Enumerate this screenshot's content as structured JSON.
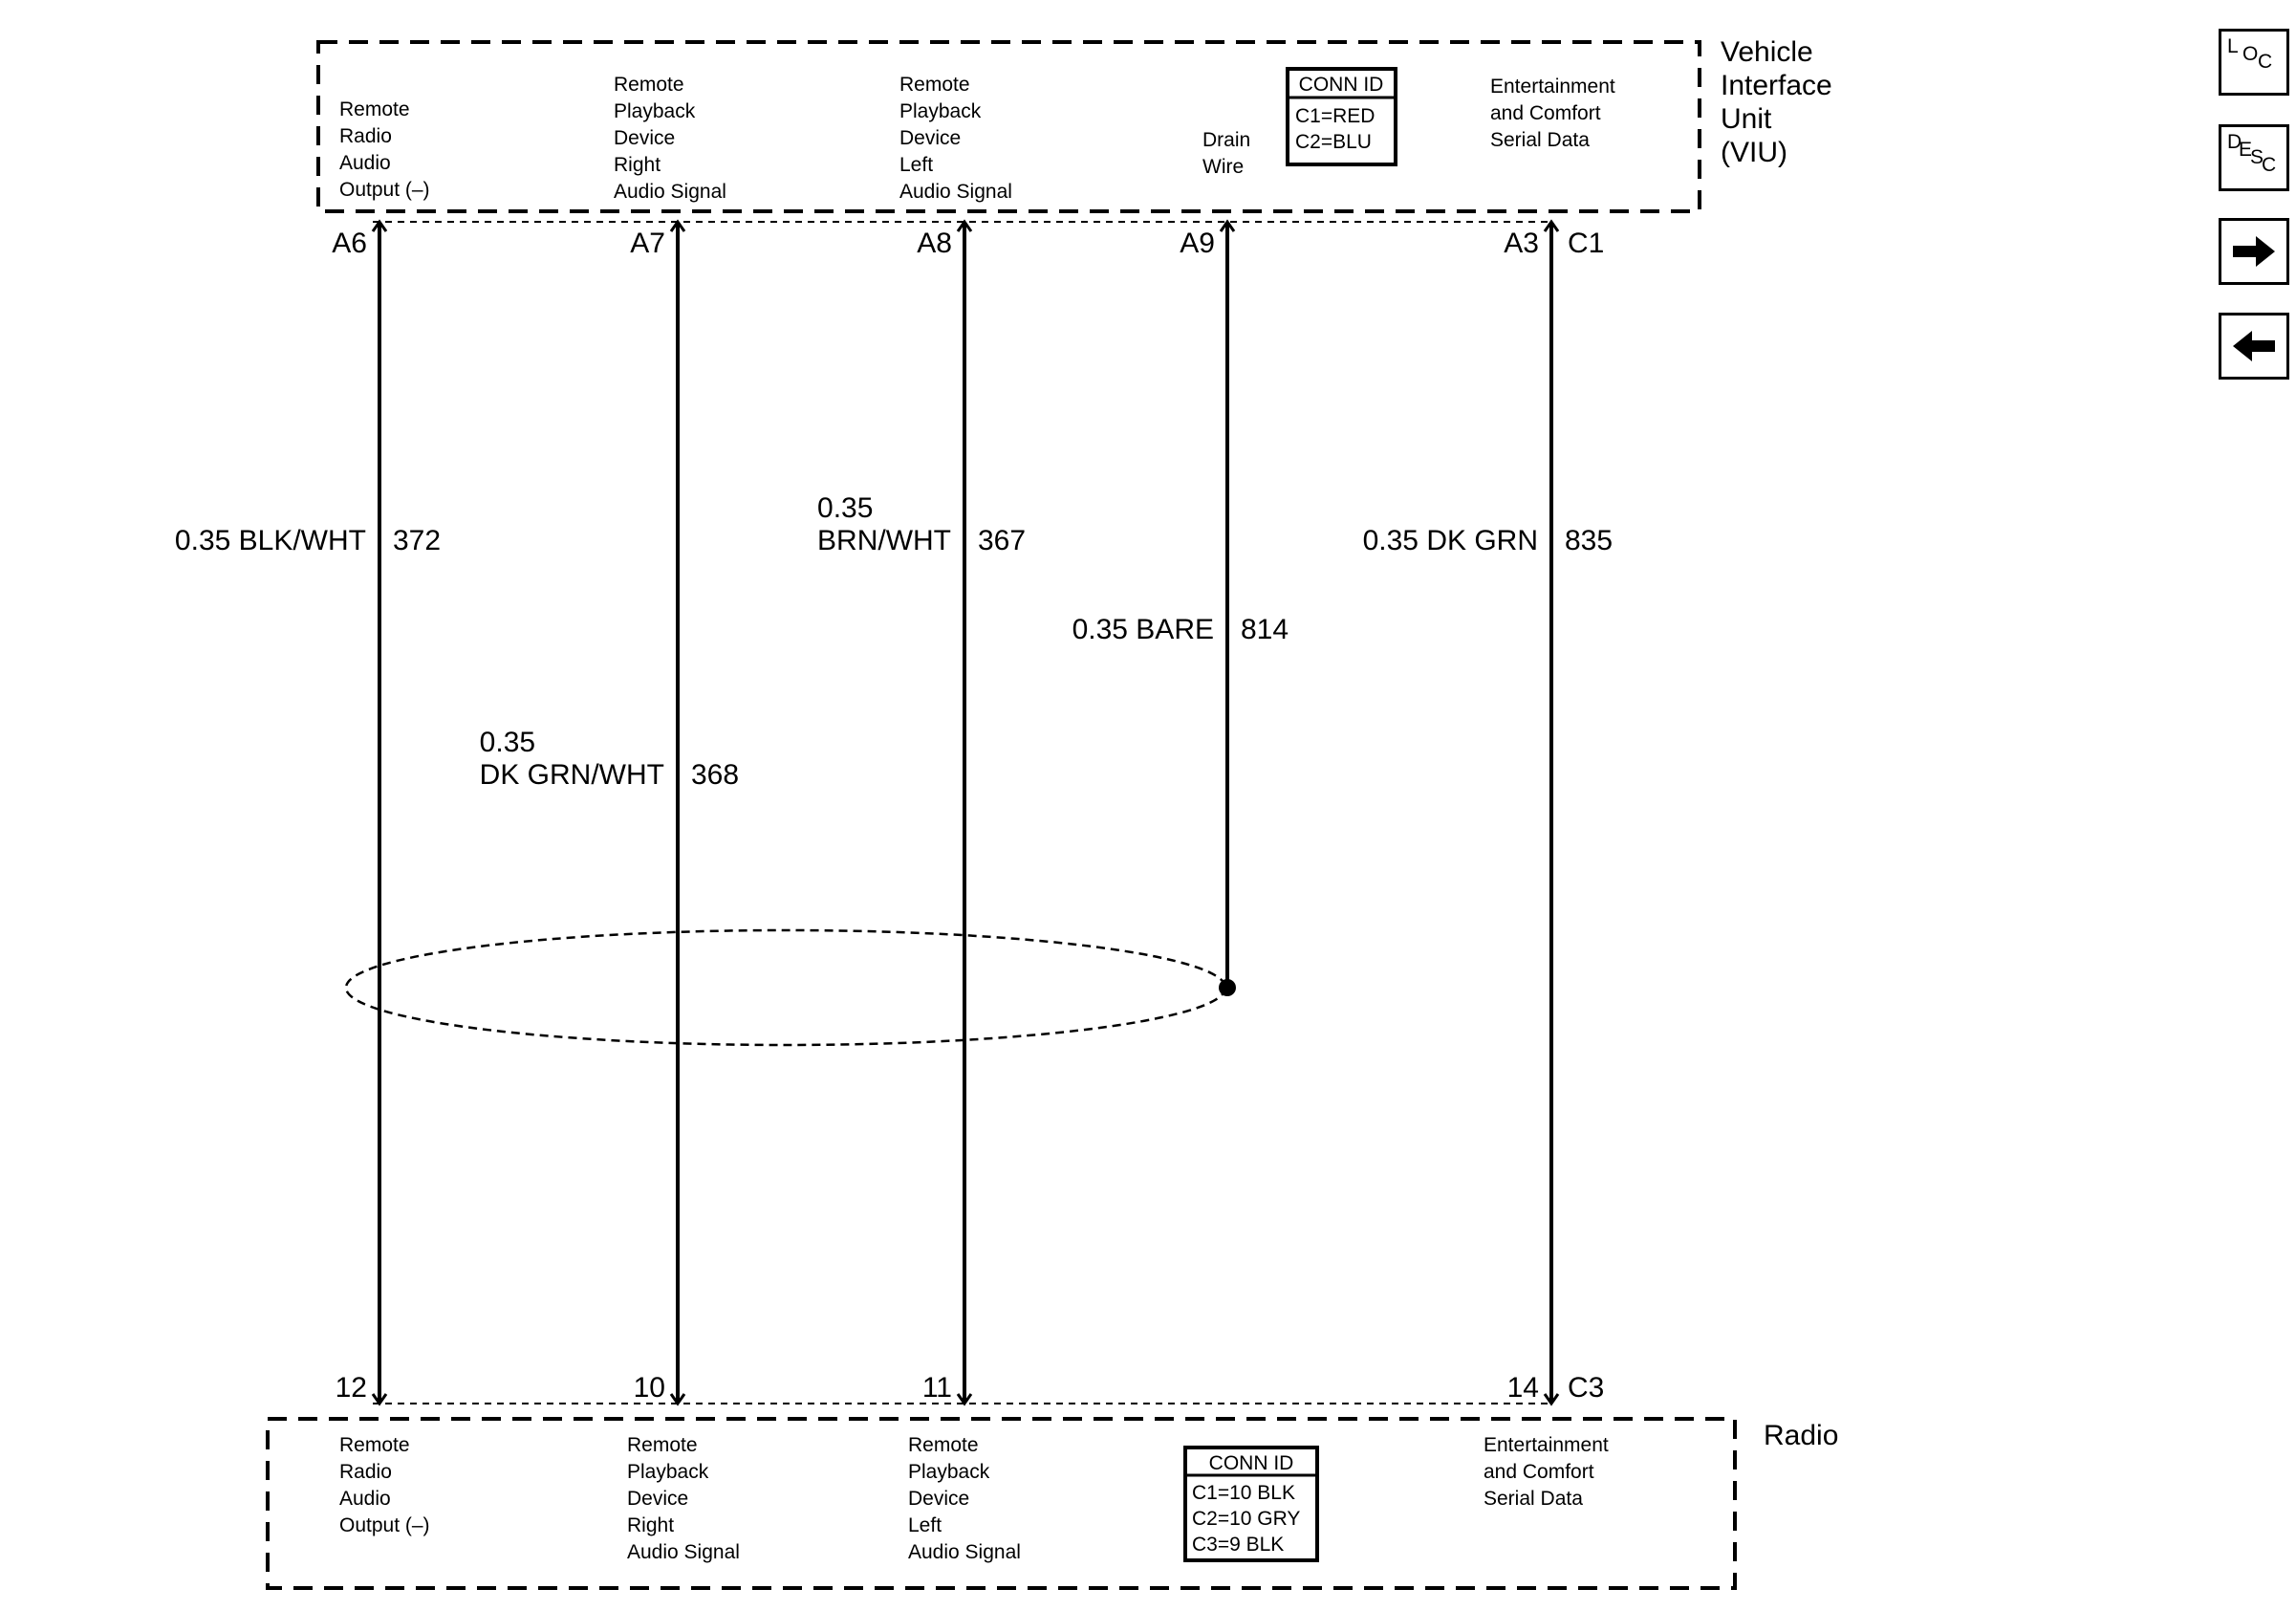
{
  "modules": {
    "viu": {
      "name_lines": [
        "Vehicle",
        "Interface",
        "Unit",
        "(VIU)"
      ],
      "conn_id": {
        "header": "CONN ID",
        "lines": [
          "C1=RED",
          "C2=BLU"
        ]
      }
    },
    "radio": {
      "name_lines": [
        "Radio"
      ],
      "conn_id": {
        "header": "CONN ID",
        "lines": [
          "C1=10 BLK",
          "C2=10 GRY",
          "C3=9 BLK"
        ]
      }
    }
  },
  "circuits": [
    {
      "top_pin": "A6",
      "bottom_pin": "12",
      "top_desc": [
        "Remote",
        "Radio",
        "Audio",
        "Output (–)"
      ],
      "bottom_desc": [
        "Remote",
        "Radio",
        "Audio",
        "Output (–)"
      ],
      "wire_lines": [
        "0.35 BLK/WHT"
      ],
      "circuit_no": "372"
    },
    {
      "top_pin": "A7",
      "bottom_pin": "10",
      "top_desc": [
        "Remote",
        "Playback",
        "Device",
        "Right",
        "Audio Signal"
      ],
      "bottom_desc": [
        "Remote",
        "Playback",
        "Device",
        "Right",
        "Audio Signal"
      ],
      "wire_lines": [
        "0.35",
        "DK GRN/WHT"
      ],
      "circuit_no": "368"
    },
    {
      "top_pin": "A8",
      "bottom_pin": "11",
      "top_desc": [
        "Remote",
        "Playback",
        "Device",
        "Left",
        "Audio Signal"
      ],
      "bottom_desc": [
        "Remote",
        "Playback",
        "Device",
        "Left",
        "Audio Signal"
      ],
      "wire_lines": [
        "0.35",
        "BRN/WHT"
      ],
      "circuit_no": "367"
    },
    {
      "top_pin": "A9",
      "bottom_pin": "",
      "top_desc": [
        "Drain",
        "Wire"
      ],
      "bottom_desc": [],
      "wire_lines": [
        "0.35 BARE"
      ],
      "circuit_no": "814"
    },
    {
      "top_pin": "A3",
      "bottom_pin": "14",
      "top_conn": "C1",
      "bottom_conn": "C3",
      "top_desc": [
        "Entertainment",
        "and Comfort",
        "Serial Data"
      ],
      "bottom_desc": [
        "Entertainment",
        "and Comfort",
        "Serial Data"
      ],
      "wire_lines": [
        "0.35 DK GRN"
      ],
      "circuit_no": "835"
    }
  ],
  "side_buttons": [
    {
      "id": "loc",
      "letters": [
        "L",
        "O",
        "C"
      ],
      "icon": "loc-icon"
    },
    {
      "id": "desc",
      "letters": [
        "D",
        "E",
        "S",
        "C"
      ],
      "icon": "desc-icon"
    },
    {
      "id": "next",
      "letters": [],
      "icon": "arrow-right-icon"
    },
    {
      "id": "prev",
      "letters": [],
      "icon": "arrow-left-icon"
    }
  ]
}
